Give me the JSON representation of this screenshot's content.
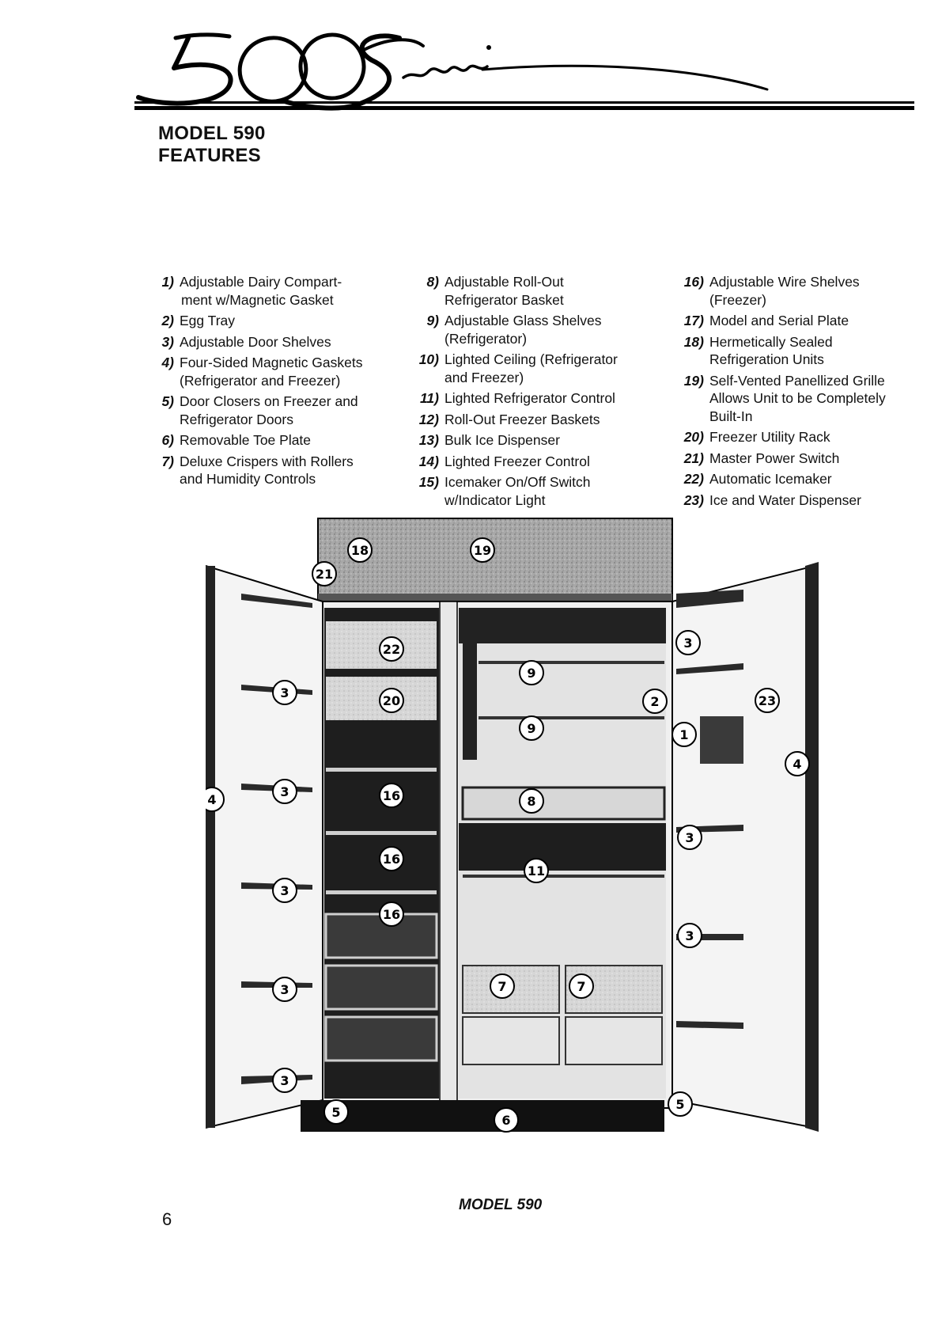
{
  "header": {
    "logo_lettering": "500 Series",
    "title_line1": "MODEL 590",
    "title_line2": "FEATURES"
  },
  "features": [
    {
      "num": "1)",
      "text": "Adjustable Dairy Compart-ment w/Magnetic Gasket",
      "lines": [
        "Adjustable Dairy Compart-",
        "ment w/Magnetic Gasket"
      ]
    },
    {
      "num": "2)",
      "lines": [
        "Egg Tray"
      ]
    },
    {
      "num": "3)",
      "lines": [
        "Adjustable Door Shelves"
      ]
    },
    {
      "num": "4)",
      "lines": [
        "Four-Sided Magnetic Gaskets",
        "(Refrigerator and Freezer)"
      ]
    },
    {
      "num": "5)",
      "lines": [
        "Door Closers on Freezer and",
        "Refrigerator Doors"
      ]
    },
    {
      "num": "6)",
      "lines": [
        "Removable Toe Plate"
      ]
    },
    {
      "num": "7)",
      "lines": [
        "Deluxe Crispers with Rollers",
        "and Humidity Controls"
      ]
    },
    {
      "num": "8)",
      "lines": [
        "Adjustable Roll-Out",
        "Refrigerator Basket"
      ]
    },
    {
      "num": "9)",
      "lines": [
        "Adjustable Glass Shelves",
        "(Refrigerator)"
      ]
    },
    {
      "num": "10)",
      "lines": [
        "Lighted Ceiling (Refrigerator",
        "and Freezer)"
      ]
    },
    {
      "num": "11)",
      "lines": [
        "Lighted Refrigerator Control"
      ]
    },
    {
      "num": "12)",
      "lines": [
        "Roll-Out Freezer Baskets"
      ]
    },
    {
      "num": "13)",
      "lines": [
        "Bulk Ice Dispenser"
      ]
    },
    {
      "num": "14)",
      "lines": [
        "Lighted Freezer Control"
      ]
    },
    {
      "num": "15)",
      "lines": [
        "Icemaker On/Off Switch",
        "w/Indicator Light"
      ]
    },
    {
      "num": "16)",
      "lines": [
        "Adjustable Wire Shelves",
        "(Freezer)"
      ]
    },
    {
      "num": "17)",
      "lines": [
        "Model and Serial Plate"
      ]
    },
    {
      "num": "18)",
      "lines": [
        "Hermetically Sealed",
        "Refrigeration Units"
      ]
    },
    {
      "num": "19)",
      "lines": [
        "Self-Vented Panellized Grille",
        "Allows Unit to be Completely",
        "Built-In"
      ]
    },
    {
      "num": "20)",
      "lines": [
        "Freezer Utility Rack"
      ]
    },
    {
      "num": "21)",
      "lines": [
        "Master Power Switch"
      ]
    },
    {
      "num": "22)",
      "lines": [
        "Automatic Icemaker"
      ]
    },
    {
      "num": "23)",
      "lines": [
        "Ice and Water Dispenser"
      ]
    }
  ],
  "callouts": [
    "18",
    "19",
    "21",
    "22",
    "20",
    "3",
    "3",
    "3",
    "3",
    "3",
    "4",
    "16",
    "16",
    "16",
    "9",
    "9",
    "8",
    "11",
    "7",
    "7",
    "3",
    "2",
    "1",
    "23",
    "4",
    "3",
    "3",
    "5",
    "6",
    "5"
  ],
  "caption": "MODEL 590",
  "page_number": "6",
  "colors": {
    "ink": "#000000",
    "paper": "#ffffff",
    "shadow": "#1a1a1a",
    "panel_gray": "#9a9a9a"
  }
}
